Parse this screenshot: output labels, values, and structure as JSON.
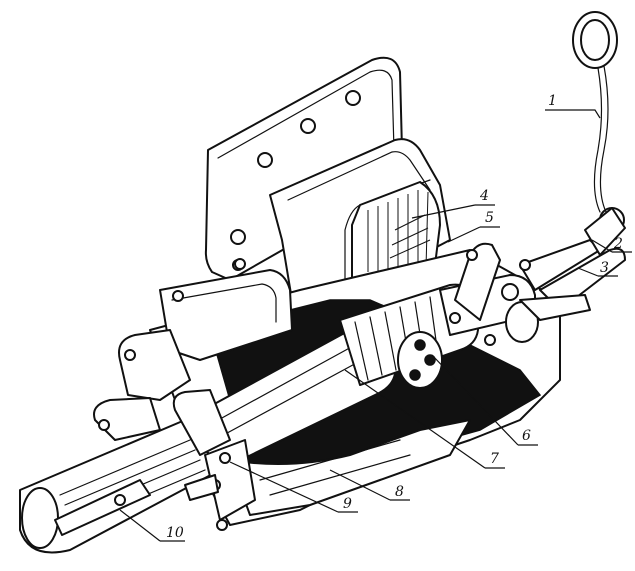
{
  "callouts": [
    {
      "label": "1"
    },
    {
      "label": "2"
    },
    {
      "label": "3"
    },
    {
      "label": "4"
    },
    {
      "label": "5"
    },
    {
      "label": "6"
    },
    {
      "label": "7"
    },
    {
      "label": "8"
    },
    {
      "label": "9"
    },
    {
      "label": "10"
    }
  ],
  "colors": {
    "ink": "#111111",
    "paper": "#ffffff"
  }
}
